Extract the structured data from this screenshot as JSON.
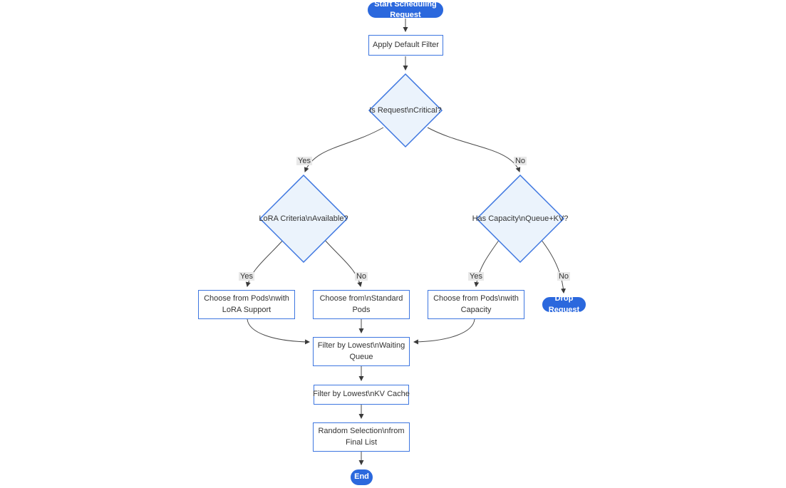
{
  "diagram": {
    "type": "flowchart",
    "nodes": {
      "start": "Start Scheduling Request",
      "apply_default_filter": "Apply Default Filter",
      "is_request_critical": "Is Request\\nCritical?",
      "lora_criteria_available": "LoRA Criteria\\nAvailable?",
      "has_capacity_queue_kv": "Has Capacity\\nQueue+KV?",
      "choose_pods_lora": "Choose from Pods\\nwith LoRA Support",
      "choose_standard_pods": "Choose from\\nStandard Pods",
      "choose_pods_capacity": "Choose from Pods\\nwith Capacity",
      "drop_request": "Drop Request",
      "filter_lowest_waiting_queue": "Filter by Lowest\\nWaiting Queue",
      "filter_lowest_kv_cache": "Filter by Lowest\\nKV Cache",
      "random_selection_final_list": "Random Selection\\nfrom Final List",
      "end": "End"
    },
    "edge_labels": {
      "critical_yes": "Yes",
      "critical_no": "No",
      "lora_yes": "Yes",
      "lora_no": "No",
      "capacity_yes": "Yes",
      "capacity_no": "No"
    },
    "colors": {
      "terminal_fill": "#2b68dd",
      "node_border": "#3d76e0",
      "decision_fill": "#ebf3fc",
      "process_fill": "#ffffff",
      "edge_stroke": "#4a4a4a",
      "edge_label_background": "#e8e8e8",
      "text": "#333333",
      "terminal_text": "#ffffff"
    }
  }
}
